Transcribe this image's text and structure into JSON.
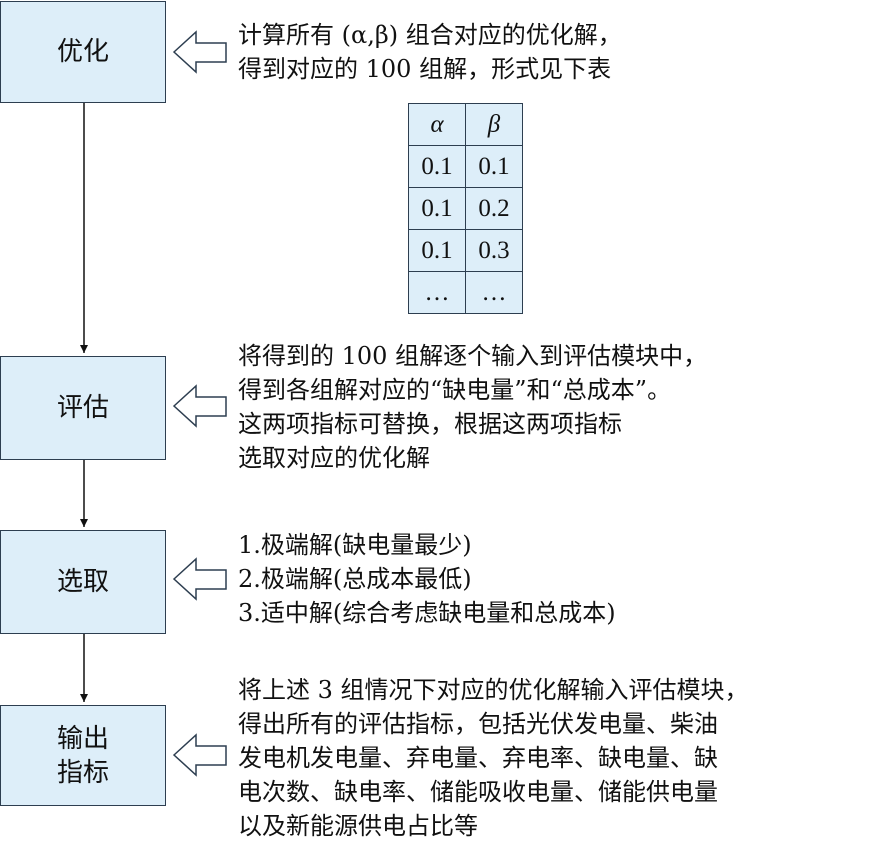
{
  "boxes": {
    "optimize": [
      "优化"
    ],
    "evaluate": [
      "评估"
    ],
    "select": [
      "选取"
    ],
    "output": [
      "输出",
      "指标"
    ]
  },
  "notes": {
    "optimize": [
      "计算所有 (α,β) 组合对应的优化解，",
      "得到对应的 100 组解，形式见下表"
    ],
    "evaluate": [
      "将得到的 100 组解逐个输入到评估模块中，",
      "得到各组解对应的“缺电量”和“总成本”。",
      "这两项指标可替换，根据这两项指标",
      "选取对应的优化解"
    ],
    "select": [
      "1.极端解(缺电量最少)",
      "2.极端解(总成本最低)",
      "3.适中解(综合考虑缺电量和总成本)"
    ],
    "output": [
      "将上述 3 组情况下对应的优化解输入评估模块，",
      "得出所有的评估指标，包括光伏发电量、柴油",
      "发电机发电量、弃电量、弃电率、缺电量、缺",
      "电次数、缺电率、储能吸收电量、储能供电量",
      "以及新能源供电占比等"
    ]
  },
  "table": {
    "headers": [
      "α",
      "β"
    ],
    "rows": [
      [
        "0.1",
        "0.1"
      ],
      [
        "0.1",
        "0.2"
      ],
      [
        "0.1",
        "0.3"
      ],
      [
        "…",
        "…"
      ]
    ]
  },
  "colors": {
    "box_fill": "#ddeef9",
    "border": "#2d3e50"
  }
}
